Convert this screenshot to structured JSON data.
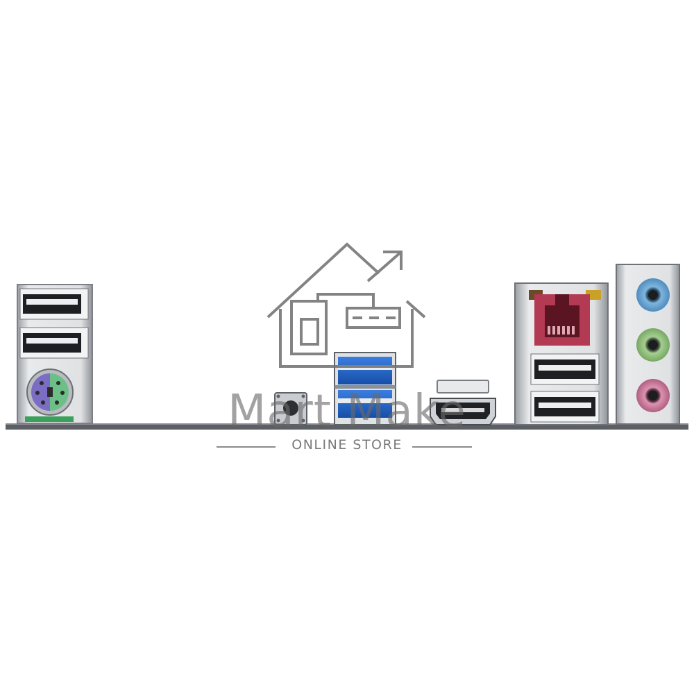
{
  "watermark": {
    "brand": "Mart Make",
    "tagline": "ONLINE STORE",
    "color": "#6e6e6e",
    "icon": "house-with-arrow-icon"
  },
  "colors": {
    "background": "#ffffff",
    "metal": "#d7d9dc",
    "usb3_blue": "#1f63c9",
    "lan_red": "#b23a52",
    "audio_blue": "#6aa8d8",
    "audio_green": "#8ebd7a",
    "audio_pink": "#c8799a",
    "ps2_purple": "#7b6cc4",
    "ps2_green": "#6dbf88",
    "pcb": "#5c5f63"
  },
  "ports": [
    {
      "name": "usb2-pair-ps2-combo",
      "icon": "usb-icon"
    },
    {
      "name": "bios-flashback-button",
      "icon": "button-icon"
    },
    {
      "name": "usb3-pair",
      "icon": "usb3-icon"
    },
    {
      "name": "hdmi-port",
      "icon": "hdmi-icon"
    },
    {
      "name": "lan-usb-combo",
      "icon": "ethernet-icon"
    },
    {
      "name": "audio-jacks",
      "icon": "audio-jack-icon"
    }
  ]
}
